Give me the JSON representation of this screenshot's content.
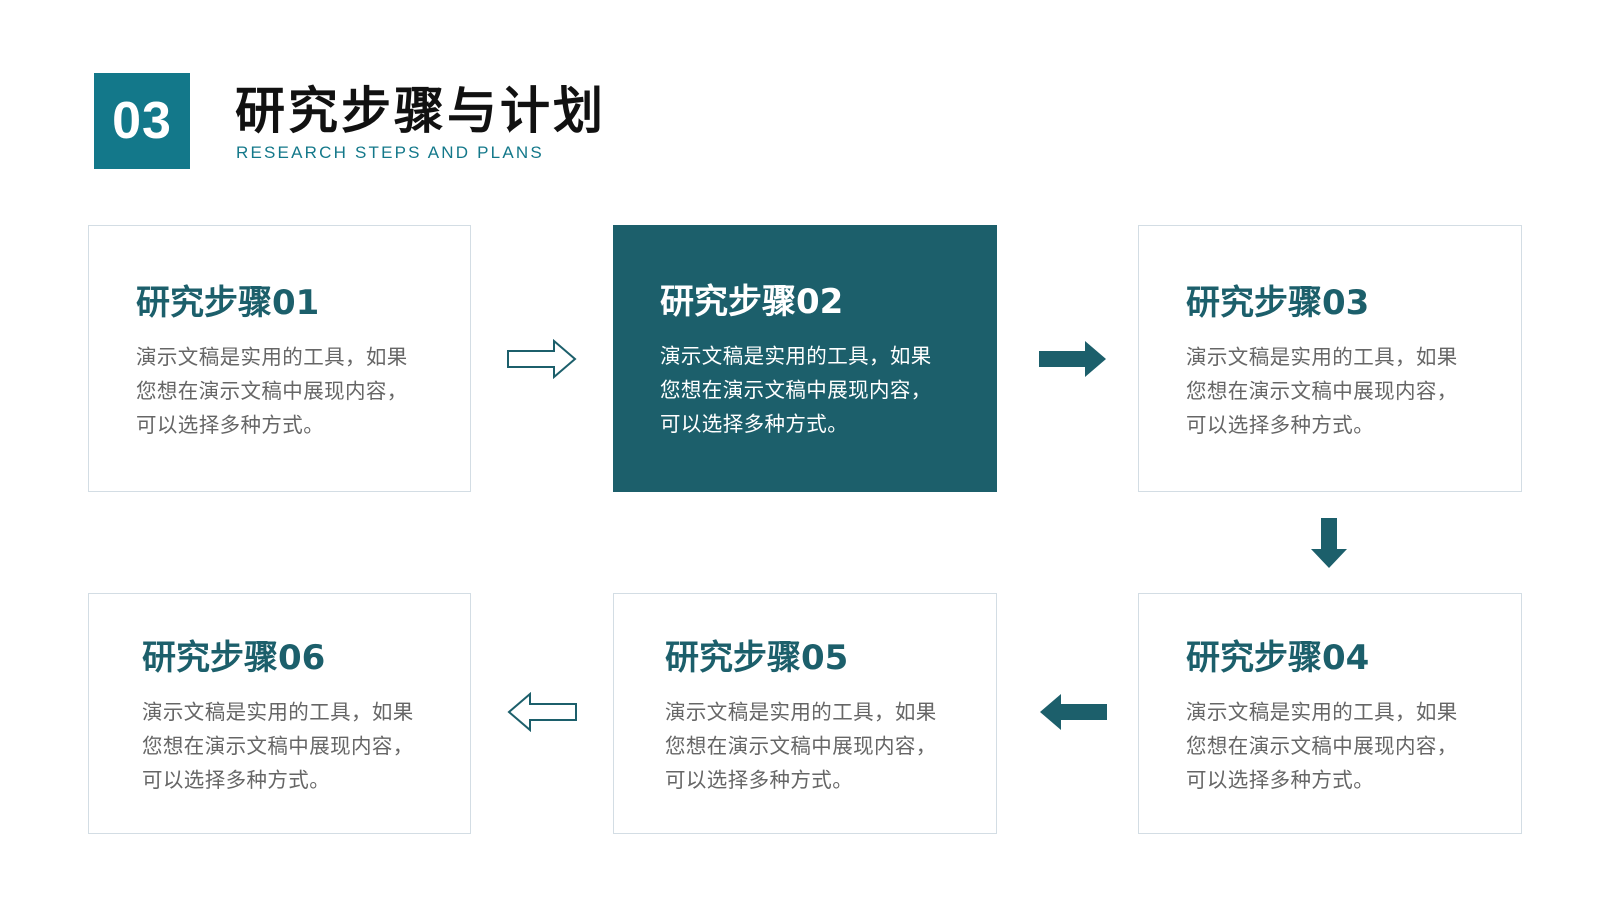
{
  "colors": {
    "accent": "#13788a",
    "dark_teal": "#1c5f6b",
    "text_gray": "#666666",
    "border": "#d3dde4"
  },
  "header": {
    "section_number": "03",
    "title": "研究步骤与计划",
    "subtitle": "RESEARCH STEPS AND PLANS"
  },
  "steps": [
    {
      "title": "研究步骤01",
      "desc": "演示文稿是实用的工具，如果您想在演示文稿中展现内容，可以选择多种方式。"
    },
    {
      "title": "研究步骤02",
      "desc": "演示文稿是实用的工具，如果您想在演示文稿中展现内容，可以选择多种方式。"
    },
    {
      "title": "研究步骤03",
      "desc": "演示文稿是实用的工具，如果您想在演示文稿中展现内容，可以选择多种方式。"
    },
    {
      "title": "研究步骤04",
      "desc": "演示文稿是实用的工具，如果您想在演示文稿中展现内容，可以选择多种方式。"
    },
    {
      "title": "研究步骤05",
      "desc": "演示文稿是实用的工具，如果您想在演示文稿中展现内容，可以选择多种方式。"
    },
    {
      "title": "研究步骤06",
      "desc": "演示文稿是实用的工具，如果您想在演示文稿中展现内容，可以选择多种方式。"
    }
  ],
  "arrows": [
    {
      "icon": "arrow-right-outline-icon"
    },
    {
      "icon": "arrow-right-filled-icon"
    },
    {
      "icon": "arrow-down-filled-icon"
    },
    {
      "icon": "arrow-left-filled-icon"
    },
    {
      "icon": "arrow-left-outline-icon"
    }
  ]
}
